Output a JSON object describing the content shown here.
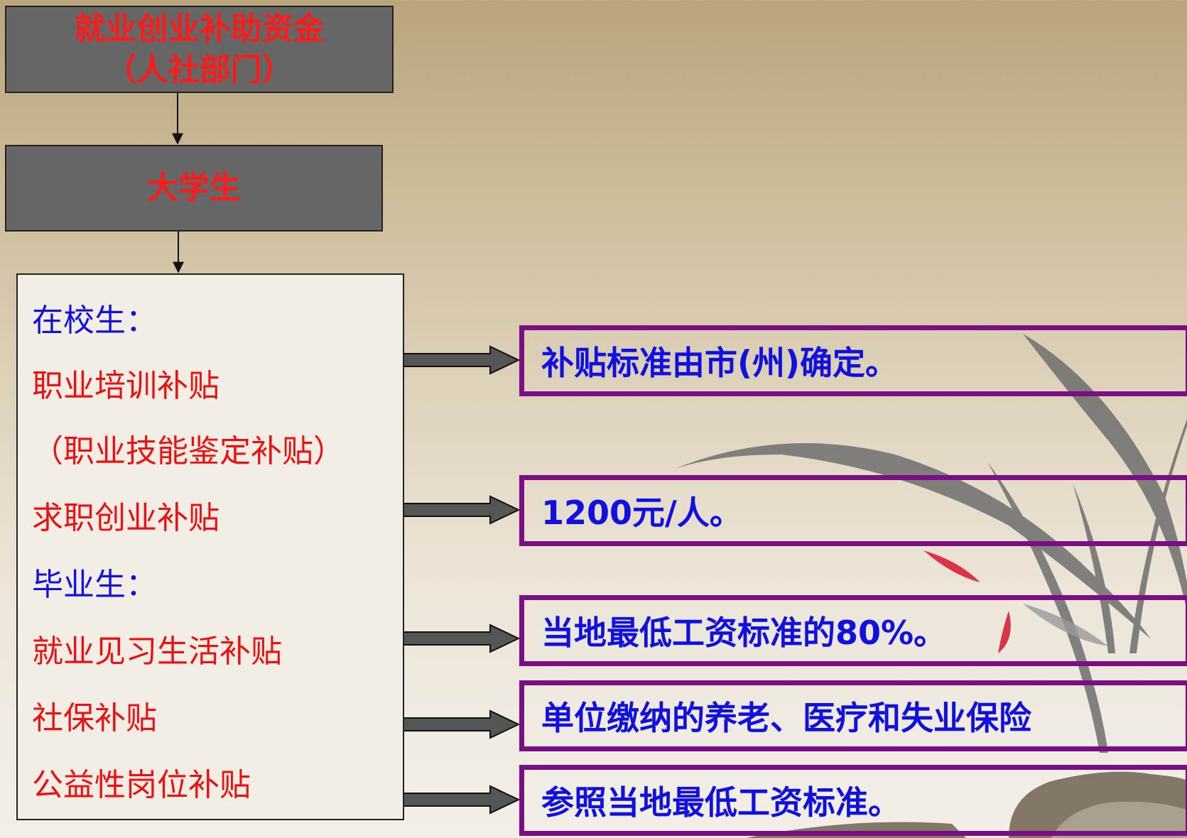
{
  "fund": {
    "line1": "就业创业补助资金",
    "line2": "（人社部门）"
  },
  "students": {
    "label": "大学生"
  },
  "list": {
    "in_school": "在校生：",
    "vocational_training": "职业培训补贴",
    "skill_appraisal": "（职业技能鉴定补贴）",
    "job_seeking": "求职创业补贴",
    "graduates": "毕业生：",
    "internship": "就业见习生活补贴",
    "social_insurance": "社保补贴",
    "public_welfare": "公益性岗位补贴"
  },
  "results": [
    "补贴标准由市(州)确定。",
    "1200元/人。",
    "当地最低工资标准的80%。",
    "单位缴纳的养老、医疗和失业保险",
    "参照当地最低工资标准。"
  ],
  "colors": {
    "title_red": "#ff1a1a",
    "label_blue": "#1010e0",
    "frame_purple": "#7a0f84",
    "box_gray": "#666666"
  }
}
